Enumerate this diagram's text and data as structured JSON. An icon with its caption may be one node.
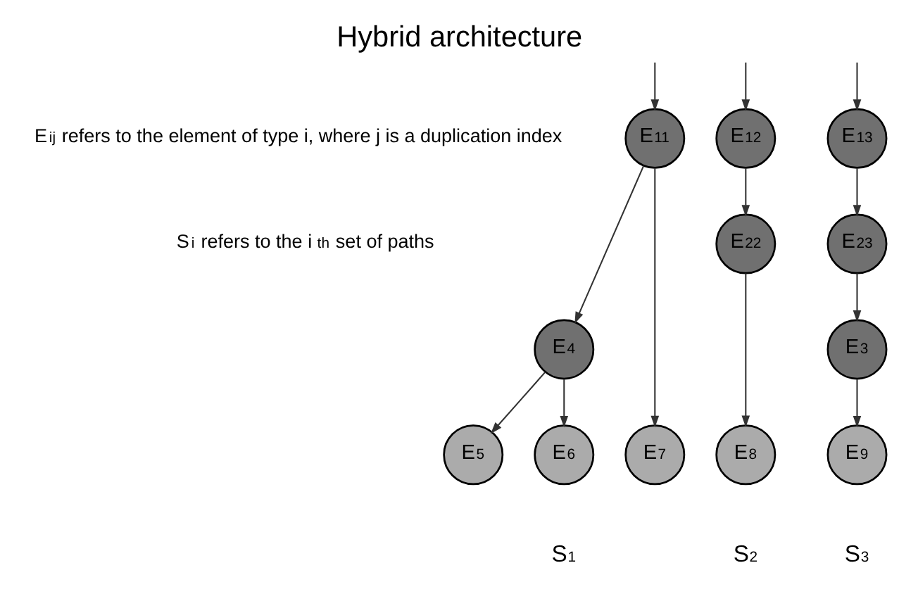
{
  "diagram": {
    "title": "Hybrid architecture",
    "nodes": [
      {
        "text": [
          "E$_{11}$"
        ]
      },
      {
        "text": [
          "E$_{12}$"
        ]
      },
      {
        "text": [
          "E$_{13}$"
        ]
      },
      {
        "text": [
          "E$_{22}$"
        ]
      },
      {
        "text": [
          "E$_{23}$"
        ]
      },
      {
        "text": [
          "E$_{4}$"
        ]
      },
      {
        "text": [
          "E$_{3}$"
        ]
      },
      {
        "text": [
          "E$_{5}$"
        ]
      },
      {
        "text": [
          "E$_{6}$"
        ]
      },
      {
        "text": [
          "E$_{7}$"
        ]
      },
      {
        "text": [
          "E$_{8}$"
        ]
      },
      {
        "text": [
          "E$_{9}$"
        ]
      }
    ],
    "edges": [
      {
        "from": null,
        "to": 0,
        "arrow": "to"
      },
      {
        "from": null,
        "to": 1,
        "arrow": "to"
      },
      {
        "from": null,
        "to": 2,
        "arrow": "to"
      },
      {
        "from": 0,
        "to": 5,
        "arrow": "to"
      },
      {
        "from": 0,
        "to": 9,
        "arrow": "to"
      },
      {
        "from": 5,
        "to": 7,
        "arrow": "to"
      },
      {
        "from": 5,
        "to": 8,
        "arrow": "to"
      },
      {
        "from": 1,
        "to": 3,
        "arrow": "to"
      },
      {
        "from": 3,
        "to": 10,
        "arrow": "to"
      },
      {
        "from": 2,
        "to": 4,
        "arrow": "to"
      },
      {
        "from": 4,
        "to": 6,
        "arrow": "to"
      },
      {
        "from": 6,
        "to": 11,
        "arrow": "to"
      }
    ],
    "labels": [
      "E$_{ij}$ refers to the element of type i, where j is a duplication index",
      "S$_{i}$ refers to the i$^{th}$ set of paths",
      "S$_{1}$",
      "S$_{2}$",
      "S$_{3}$"
    ]
  }
}
